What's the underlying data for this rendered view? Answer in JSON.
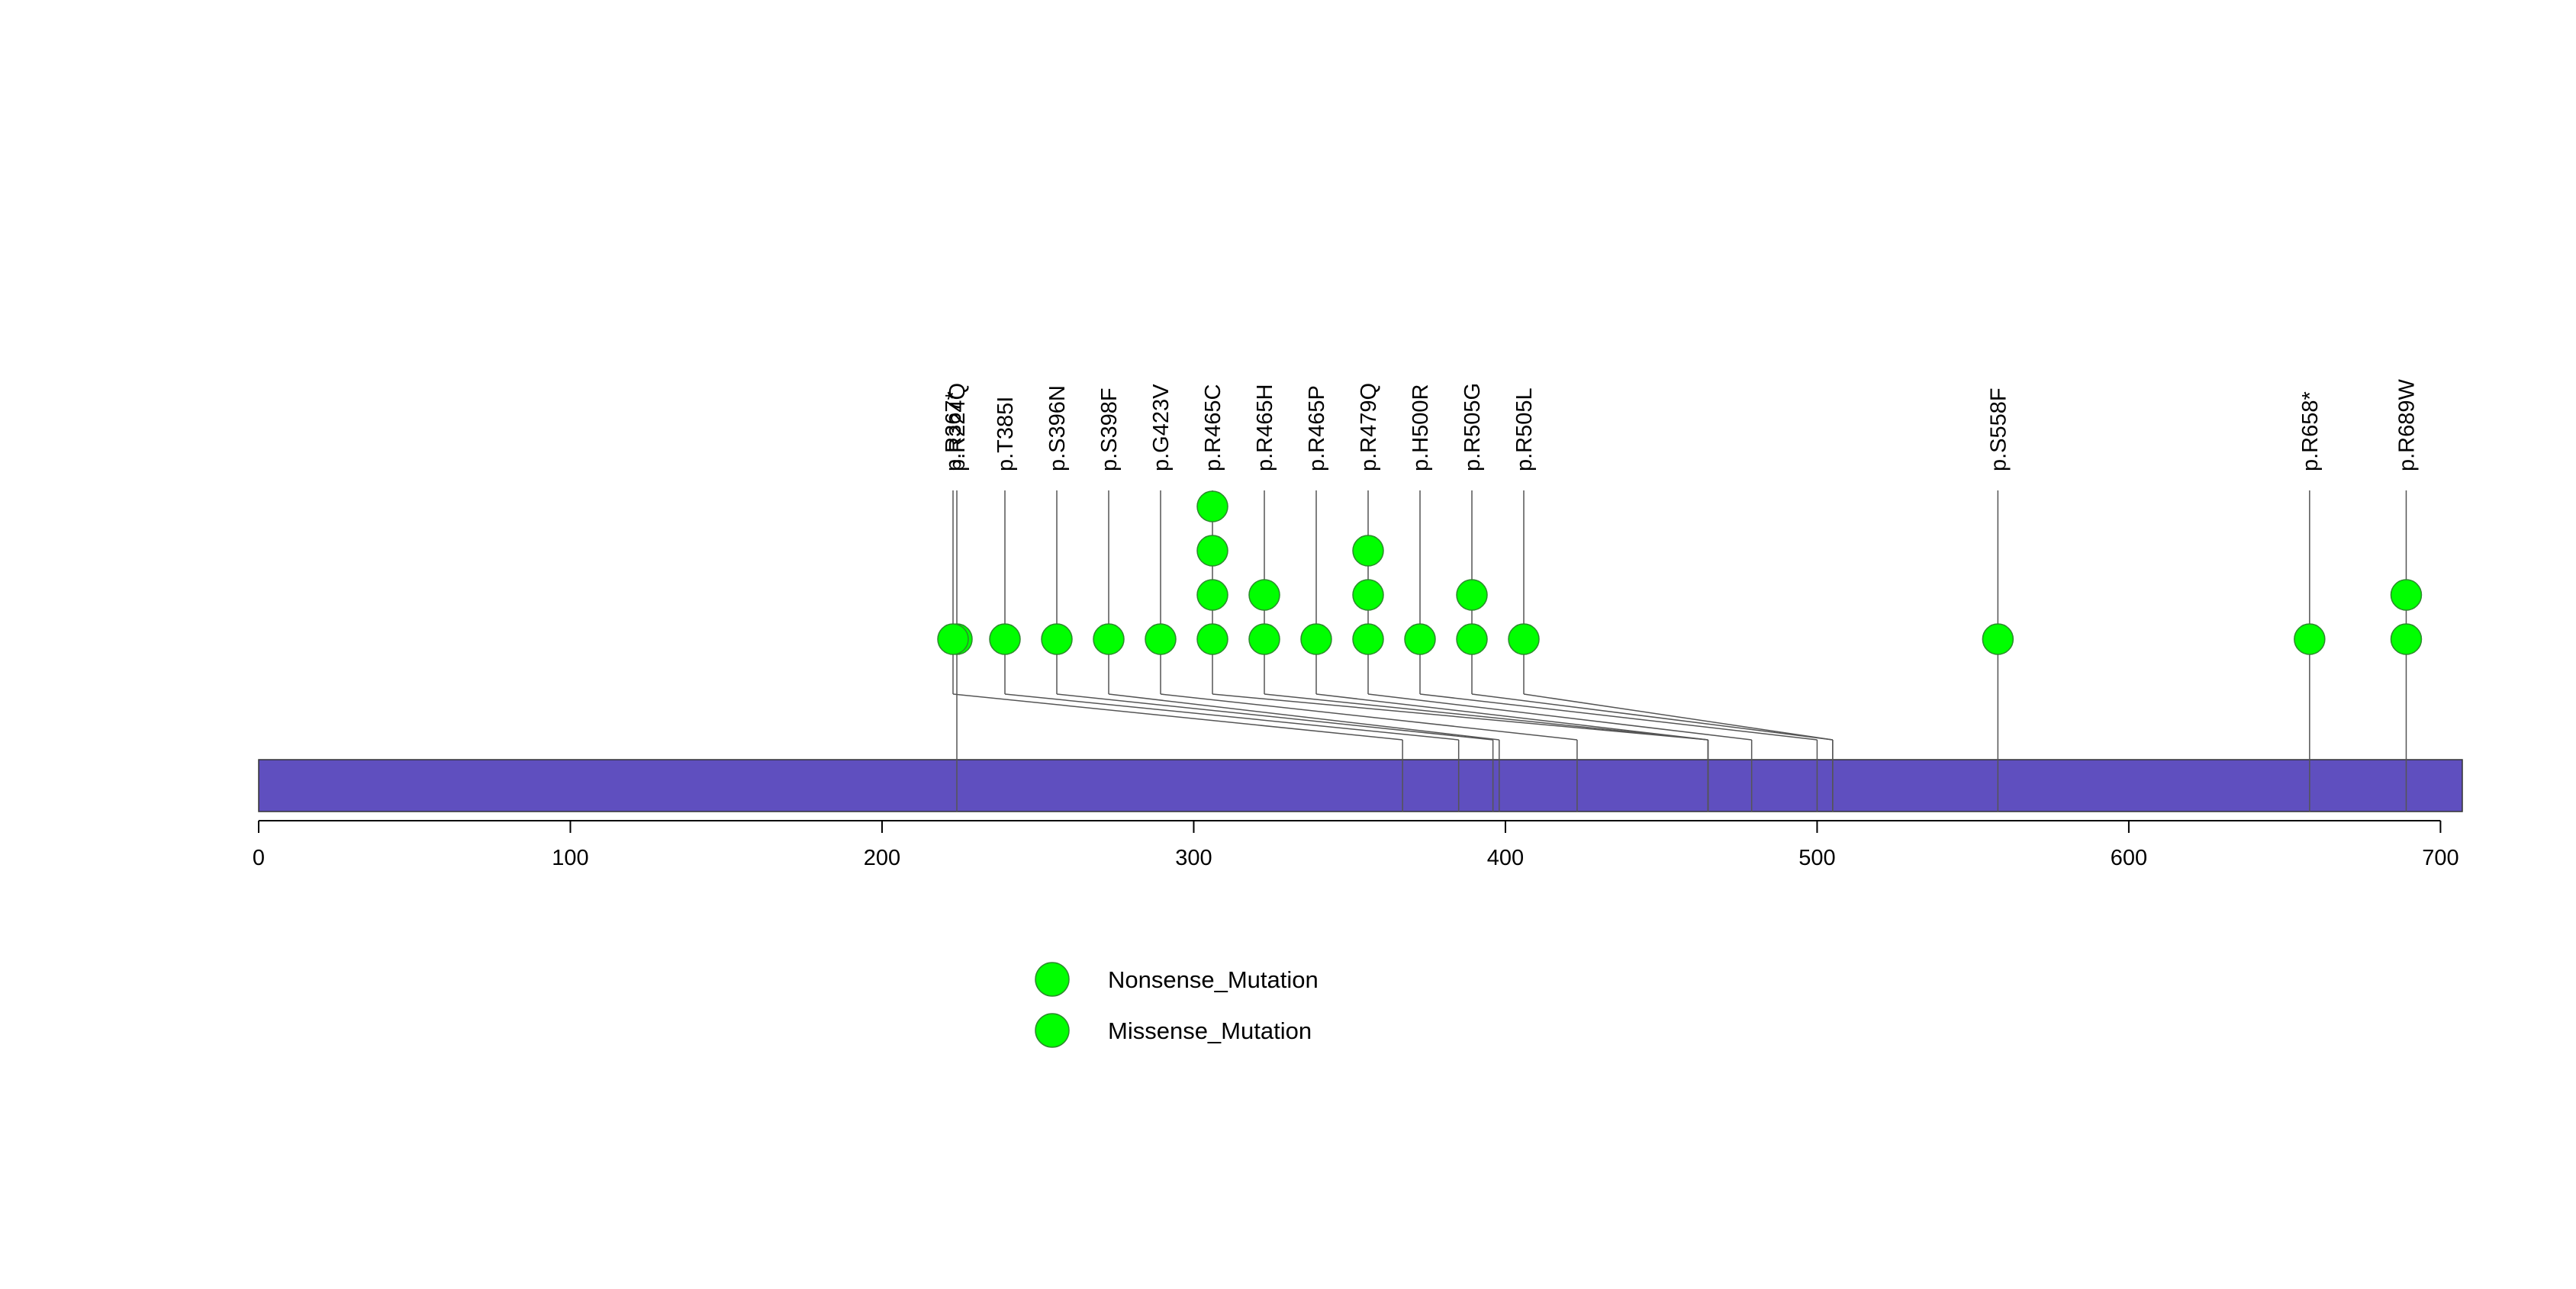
{
  "chart_data": {
    "type": "lollipop",
    "protein_length": 707,
    "xlim": [
      0,
      707
    ],
    "x_ticks": [
      0,
      100,
      200,
      300,
      400,
      500,
      600,
      700
    ],
    "colors": {
      "domain_bar": "#5f4fbf",
      "marker_fill": "#00ff00",
      "marker_stroke": "#2b8a2b",
      "line": "#555555"
    },
    "mutations": [
      {
        "label": "p.R224Q",
        "position": 224,
        "count": 1
      },
      {
        "label": "p.R367*",
        "position": 367,
        "count": 1
      },
      {
        "label": "p.T385I",
        "position": 385,
        "count": 1
      },
      {
        "label": "p.S396N",
        "position": 396,
        "count": 1
      },
      {
        "label": "p.S398F",
        "position": 398,
        "count": 1
      },
      {
        "label": "p.G423V",
        "position": 423,
        "count": 1
      },
      {
        "label": "p.R465C",
        "position": 465,
        "count": 4
      },
      {
        "label": "p.R465H",
        "position": 465,
        "count": 2
      },
      {
        "label": "p.R465P",
        "position": 465,
        "count": 1
      },
      {
        "label": "p.R479Q",
        "position": 479,
        "count": 3
      },
      {
        "label": "p.H500R",
        "position": 500,
        "count": 1
      },
      {
        "label": "p.R505G",
        "position": 505,
        "count": 2
      },
      {
        "label": "p.R505L",
        "position": 505,
        "count": 1
      },
      {
        "label": "p.S558F",
        "position": 558,
        "count": 1
      },
      {
        "label": "p.R658*",
        "position": 658,
        "count": 1
      },
      {
        "label": "p.R689W",
        "position": 689,
        "count": 2
      }
    ],
    "legend": [
      {
        "label": "Nonsense_Mutation",
        "color": "#00ff00"
      },
      {
        "label": "Missense_Mutation",
        "color": "#00ff00"
      }
    ]
  }
}
